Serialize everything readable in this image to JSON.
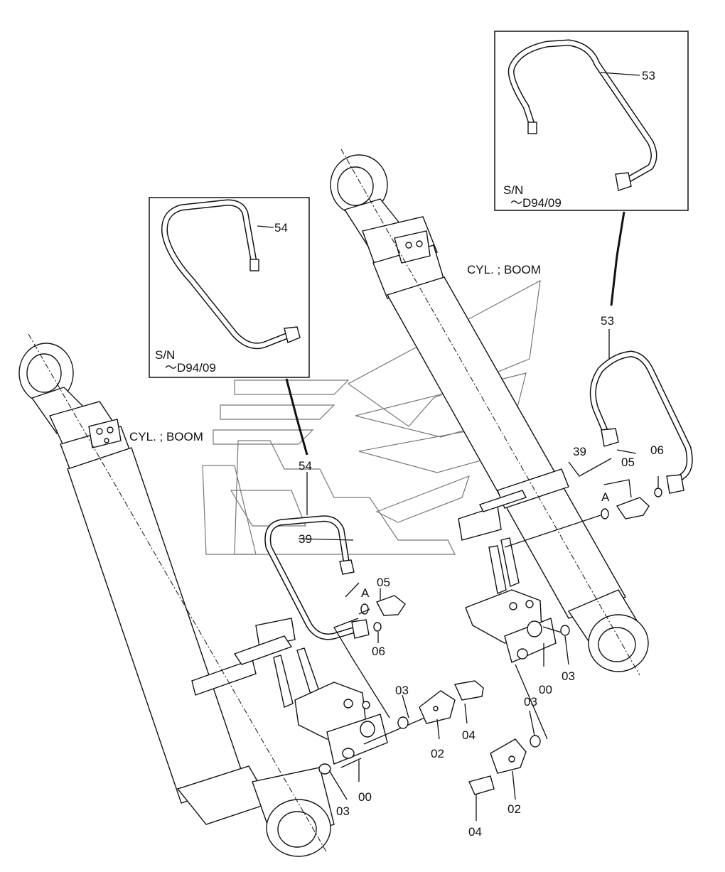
{
  "callouts": {
    "p00_left": "00",
    "p00_right": "00",
    "p02_mid": "02",
    "p02_bottom": "02",
    "p03_left_bottom": "03",
    "p03_mid": "03",
    "p03_right_mid": "03",
    "p03_right": "03",
    "p04_mid": "04",
    "p04_bottom": "04",
    "p05_left": "05",
    "p05_right": "05",
    "p06_left": "06",
    "p06_right": "06",
    "p39_left": "39",
    "p39_right": "39",
    "p53_main": "53",
    "p54_main": "54",
    "a_left": "A",
    "a_right": "A"
  },
  "cylinder_labels": {
    "left": "CYL. ; BOOM",
    "right": "CYL. ; BOOM"
  },
  "inset_left": {
    "part_label": "54",
    "sn_line1": "S/N",
    "sn_line2": "～D94/09"
  },
  "inset_right": {
    "part_label": "53",
    "sn_line1": "S/N",
    "sn_line2": "～D94/09"
  }
}
